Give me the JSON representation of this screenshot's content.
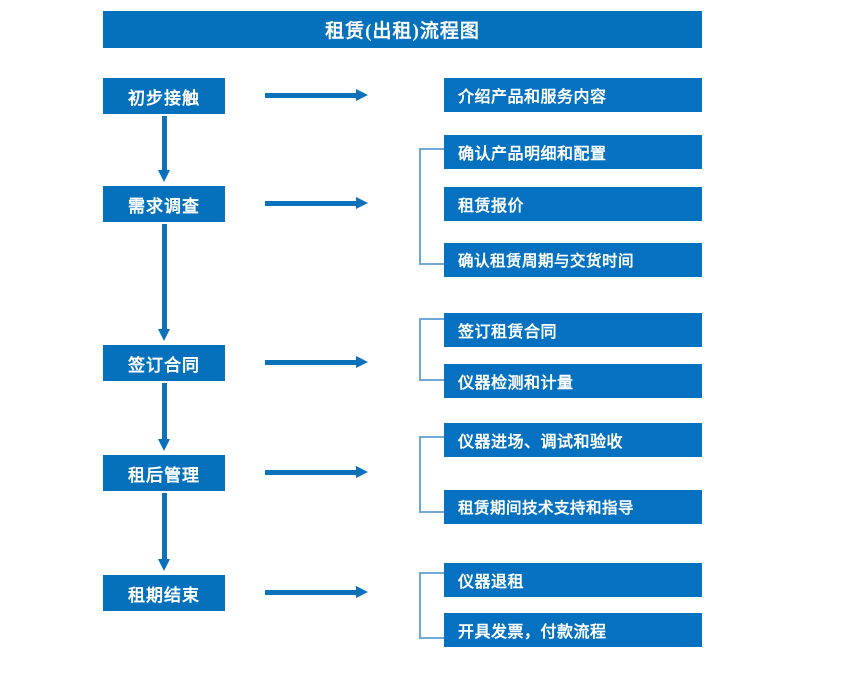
{
  "diagram": {
    "title": "租赁(出租)流程图",
    "colors": {
      "title_bar": "#0571bd",
      "stage_box": "#0571bd",
      "detail_box": "#0571c0",
      "arrow": "#0a71ba",
      "bracket": "#6fa8d4",
      "text": "#ffffff",
      "background": "#ffffff"
    },
    "stages": [
      {
        "label": "初步接触"
      },
      {
        "label": "需求调查"
      },
      {
        "label": "签订合同"
      },
      {
        "label": "租后管理"
      },
      {
        "label": "租期结束"
      }
    ],
    "details": [
      {
        "label": "介绍产品和服务内容"
      },
      {
        "label": "确认产品明细和配置"
      },
      {
        "label": "租赁报价"
      },
      {
        "label": "确认租赁周期与交货时间"
      },
      {
        "label": "签订租赁合同"
      },
      {
        "label": "仪器检测和计量"
      },
      {
        "label": "仪器进场、调试和验收"
      },
      {
        "label": "租赁期间技术支持和指导"
      },
      {
        "label": "仪器退租"
      },
      {
        "label": "开具发票，付款流程"
      }
    ],
    "groups": [
      {
        "stage": "初步接触",
        "items": [
          "介绍产品和服务内容"
        ],
        "bracketed": false
      },
      {
        "stage": "需求调查",
        "items": [
          "确认产品明细和配置",
          "租赁报价",
          "确认租赁周期与交货时间"
        ],
        "bracketed": true
      },
      {
        "stage": "签订合同",
        "items": [
          "签订租赁合同",
          "仪器检测和计量"
        ],
        "bracketed": true
      },
      {
        "stage": "租后管理",
        "items": [
          "仪器进场、调试和验收",
          "租赁期间技术支持和指导"
        ],
        "bracketed": true
      },
      {
        "stage": "租期结束",
        "items": [
          "仪器退租",
          "开具发票，付款流程"
        ],
        "bracketed": true
      }
    ],
    "flow_sequence": [
      "初步接触",
      "需求调查",
      "签订合同",
      "租后管理",
      "租期结束"
    ]
  }
}
